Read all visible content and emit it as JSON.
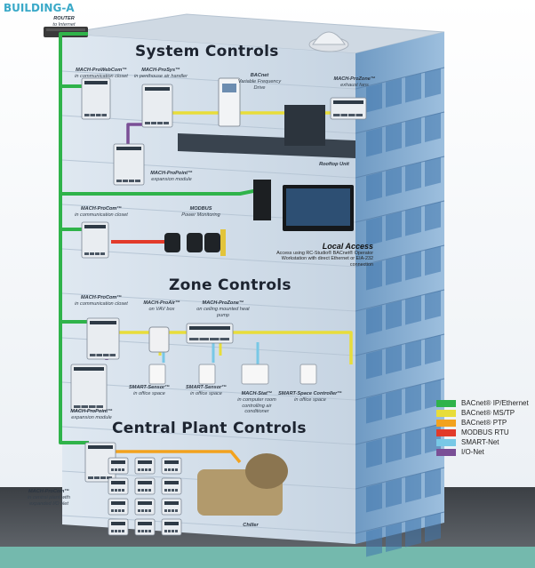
{
  "brand": "BUILDING-A",
  "sections": {
    "system": "System Controls",
    "zone": "Zone Controls",
    "plant": "Central Plant Controls"
  },
  "labels": {
    "router": {
      "name": "ROUTER",
      "sub": "to Internet"
    },
    "webcom": {
      "name": "MACH-ProWebCom™",
      "sub": "in communication closet"
    },
    "prosys": {
      "name": "MACH-ProSys™",
      "sub": "in penthouse air handler"
    },
    "vfd": {
      "name": "BACnet",
      "sub": "Variable Frequency Drive"
    },
    "exhaust": {
      "name": "MACH-ProZone™",
      "sub": "exhaust fans"
    },
    "propoint1": {
      "name": "MACH-ProPoint™",
      "sub": "expansion module"
    },
    "rooftop": {
      "name": "Rooftop Unit",
      "sub": ""
    },
    "procom1": {
      "name": "MACH-ProCom™",
      "sub": "in communication closet"
    },
    "modbus": {
      "name": "MODBUS",
      "sub": "Power Monitoring"
    },
    "procom2": {
      "name": "MACH-ProCom™",
      "sub": "in communication closet"
    },
    "proair": {
      "name": "MACH-ProAir™",
      "sub": "on VAV box"
    },
    "prozone2": {
      "name": "MACH-ProZone™",
      "sub": "on ceiling mounted heat pump"
    },
    "propoint2": {
      "name": "MACH-ProPoint™",
      "sub": "expansion module"
    },
    "sensor1": {
      "name": "SMART-Sensor™",
      "sub": "in office space"
    },
    "sensor2": {
      "name": "SMART-Sensor™",
      "sub": "in office space"
    },
    "stat": {
      "name": "MACH-Stat™",
      "sub": "in computer room controlling air conditioner"
    },
    "spacectl": {
      "name": "SMART-Space Controller™",
      "sub": "in office space"
    },
    "procom3": {
      "name": "MACH-ProCom™",
      "sub": "in central plant with expanded I/O Net"
    },
    "chiller": {
      "name": "Chiller",
      "sub": ""
    }
  },
  "local_access": {
    "title": "Local Access",
    "text": "Access using RC-Studio® BACnet® Operator Workstation with direct Ethernet or EIA-232 connection"
  },
  "legend": [
    {
      "label": "BACnet® IP/Ethernet",
      "color": "#2fb34a"
    },
    {
      "label": "BACnet® MS/TP",
      "color": "#e8dd3a"
    },
    {
      "label": "BACnet® PTP",
      "color": "#f2a21e"
    },
    {
      "label": "MODBUS RTU",
      "color": "#e23a2a"
    },
    {
      "label": "SMART-Net",
      "color": "#78c8e6"
    },
    {
      "label": "I/O-Net",
      "color": "#7a4f96"
    }
  ],
  "colors": {
    "ethernet": "#2fb34a",
    "mstp": "#e8dd3a",
    "ptp": "#f2a21e",
    "modbus": "#e23a2a",
    "smartnet": "#78c8e6",
    "ionet": "#7a4f96"
  }
}
